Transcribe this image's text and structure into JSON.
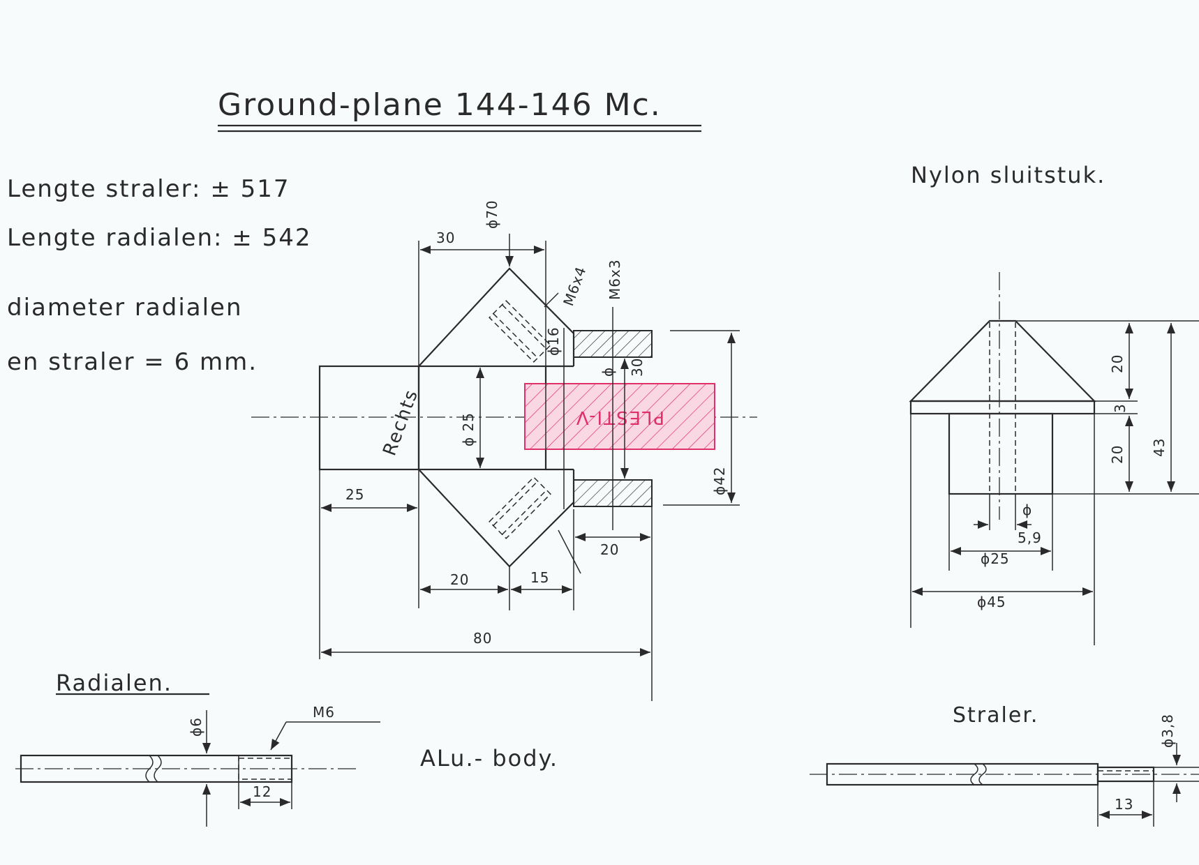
{
  "title": "Ground-plane 144-146 Mc.",
  "specs": {
    "line1": "Lengte straler: ± 517",
    "line2": "Lengte radialen: ± 542",
    "line3": "diameter radialen",
    "line4": "en straler = 6 mm."
  },
  "labels": {
    "nylon": "Nylon sluitstuk.",
    "radialen": "Radialen.",
    "alubody": "ALu.- body.",
    "straler": "Straler.",
    "rechts": "Rechts",
    "plestix": "PLESTI-V"
  },
  "dims": {
    "d70": "ϕ70",
    "d30top": "30",
    "m6x4": "M6x4",
    "m6x3": "M6x3",
    "d16": "ϕ16",
    "d25": "ϕ 25",
    "phi": "ϕ",
    "d30": "30",
    "d42": "ϕ42",
    "d25left": "25",
    "d20mid": "20",
    "d20bot": "20",
    "d15": "15",
    "d80": "80",
    "n_20a": "20",
    "n_3": "3",
    "n_20b": "20",
    "n_43": "43",
    "n_phi": "ϕ",
    "n_59": "5,9",
    "n_d25": "ϕ25",
    "n_d45": "ϕ45",
    "r_d6": "ϕ6",
    "r_m6": "M6",
    "r_12": "12",
    "s_d38": "ϕ3,8",
    "s_13": "13"
  },
  "colors": {
    "ink": "#2a2a2a",
    "accent": "#e0306a",
    "paper": "#f7fbfc"
  }
}
